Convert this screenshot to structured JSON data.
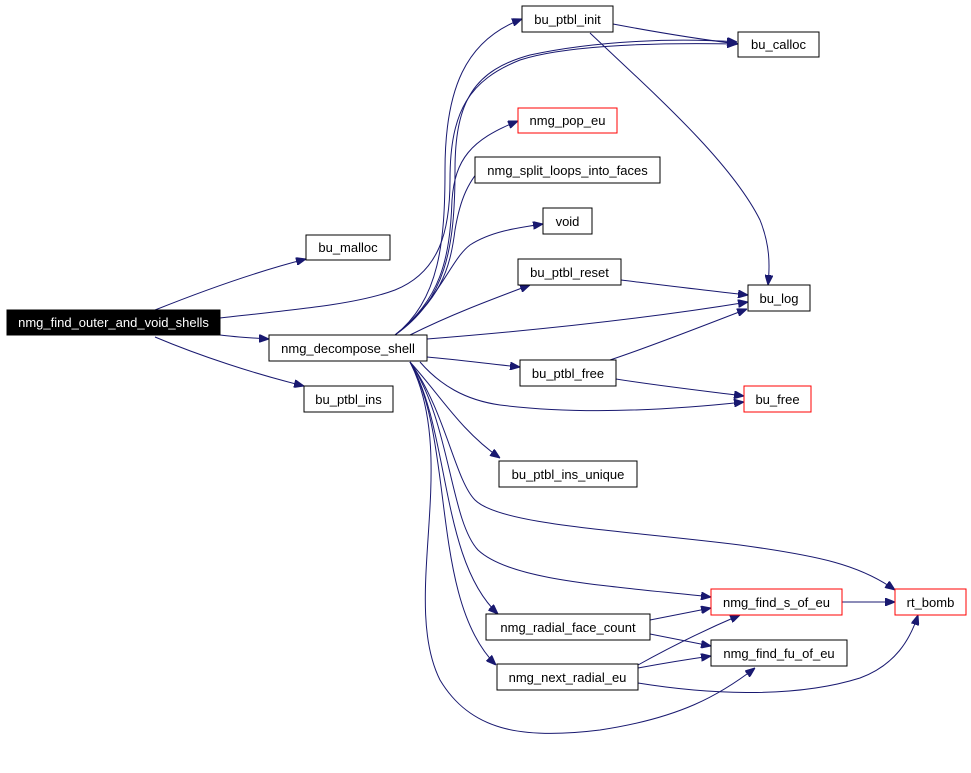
{
  "graph": {
    "nodes": [
      {
        "id": "root",
        "label": "nmg_find_outer_and_void_shells",
        "kind": "root"
      },
      {
        "id": "bu_malloc",
        "label": "bu_malloc",
        "kind": "normal"
      },
      {
        "id": "decompose",
        "label": "nmg_decompose_shell",
        "kind": "normal"
      },
      {
        "id": "bu_ptbl_ins",
        "label": "bu_ptbl_ins",
        "kind": "normal"
      },
      {
        "id": "bu_ptbl_init",
        "label": "bu_ptbl_init",
        "kind": "normal"
      },
      {
        "id": "nmg_pop_eu",
        "label": "nmg_pop_eu",
        "kind": "external"
      },
      {
        "id": "split",
        "label": "nmg_split_loops_into_faces",
        "kind": "normal"
      },
      {
        "id": "void",
        "label": "void",
        "kind": "normal"
      },
      {
        "id": "bu_ptbl_reset",
        "label": "bu_ptbl_reset",
        "kind": "normal"
      },
      {
        "id": "bu_ptbl_free",
        "label": "bu_ptbl_free",
        "kind": "normal"
      },
      {
        "id": "bu_ptbl_ins_unique",
        "label": "bu_ptbl_ins_unique",
        "kind": "normal"
      },
      {
        "id": "radial_face",
        "label": "nmg_radial_face_count",
        "kind": "normal"
      },
      {
        "id": "next_radial",
        "label": "nmg_next_radial_eu",
        "kind": "normal"
      },
      {
        "id": "bu_calloc",
        "label": "bu_calloc",
        "kind": "normal"
      },
      {
        "id": "bu_log",
        "label": "bu_log",
        "kind": "normal"
      },
      {
        "id": "bu_free",
        "label": "bu_free",
        "kind": "external"
      },
      {
        "id": "find_s",
        "label": "nmg_find_s_of_eu",
        "kind": "external"
      },
      {
        "id": "find_fu",
        "label": "nmg_find_fu_of_eu",
        "kind": "normal"
      },
      {
        "id": "rt_bomb",
        "label": "rt_bomb",
        "kind": "external"
      }
    ],
    "edges": [
      {
        "from": "root",
        "to": "bu_malloc"
      },
      {
        "from": "root",
        "to": "decompose"
      },
      {
        "from": "root",
        "to": "bu_ptbl_ins"
      },
      {
        "from": "root",
        "to": "bu_calloc"
      },
      {
        "from": "decompose",
        "to": "bu_ptbl_init"
      },
      {
        "from": "decompose",
        "to": "nmg_pop_eu"
      },
      {
        "from": "decompose",
        "to": "split"
      },
      {
        "from": "decompose",
        "to": "void"
      },
      {
        "from": "decompose",
        "to": "bu_ptbl_reset"
      },
      {
        "from": "decompose",
        "to": "bu_log"
      },
      {
        "from": "decompose",
        "to": "bu_ptbl_free"
      },
      {
        "from": "decompose",
        "to": "bu_free"
      },
      {
        "from": "decompose",
        "to": "bu_ptbl_ins_unique"
      },
      {
        "from": "decompose",
        "to": "rt_bomb"
      },
      {
        "from": "decompose",
        "to": "find_s"
      },
      {
        "from": "decompose",
        "to": "radial_face"
      },
      {
        "from": "decompose",
        "to": "next_radial"
      },
      {
        "from": "decompose",
        "to": "find_fu"
      },
      {
        "from": "decompose",
        "to": "bu_calloc"
      },
      {
        "from": "bu_ptbl_init",
        "to": "bu_calloc"
      },
      {
        "from": "bu_ptbl_init",
        "to": "bu_log"
      },
      {
        "from": "bu_ptbl_reset",
        "to": "bu_log"
      },
      {
        "from": "bu_ptbl_free",
        "to": "bu_log"
      },
      {
        "from": "bu_ptbl_free",
        "to": "bu_free"
      },
      {
        "from": "radial_face",
        "to": "find_s"
      },
      {
        "from": "radial_face",
        "to": "find_fu"
      },
      {
        "from": "next_radial",
        "to": "find_s"
      },
      {
        "from": "next_radial",
        "to": "find_fu"
      },
      {
        "from": "next_radial",
        "to": "rt_bomb"
      },
      {
        "from": "find_s",
        "to": "rt_bomb"
      }
    ]
  }
}
